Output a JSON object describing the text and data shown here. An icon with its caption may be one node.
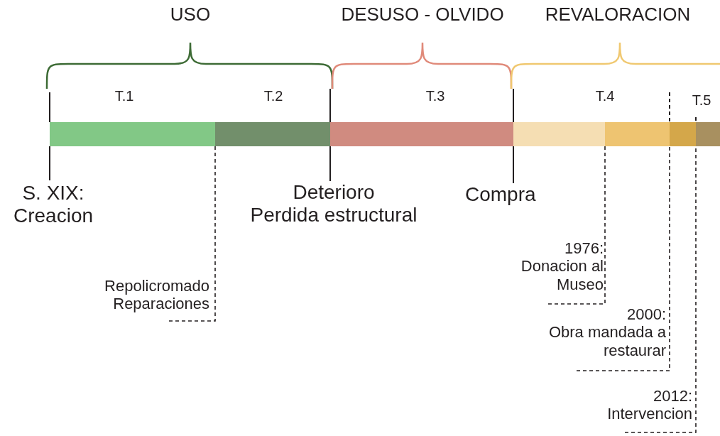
{
  "diagram": {
    "nodes": [
      {
        "text": [],
        "shape": "bar"
      },
      {
        "text": [],
        "shape": "bar"
      },
      {
        "text": [],
        "shape": "bar"
      },
      {
        "text": [],
        "shape": "bar"
      },
      {
        "text": [],
        "shape": "bar"
      },
      {
        "text": [],
        "shape": "bar"
      },
      {
        "text": [],
        "shape": "bar"
      },
      {
        "text": [
          "S. XIX:",
          "Creacion"
        ]
      },
      {
        "text": [
          "Deterioro",
          "Perdida estructural"
        ]
      },
      {
        "text": [
          "Compra"
        ]
      },
      {
        "text": [
          "Repolicromado",
          "Reparaciones"
        ]
      },
      {
        "text": [
          "1976:",
          "Donacion al Museo"
        ]
      },
      {
        "text": [
          "2000:",
          "Obra mandada a restaurar"
        ]
      },
      {
        "text": [
          "2012:",
          "Intervencion"
        ]
      }
    ],
    "edges": [
      {
        "from": 7,
        "to": 0,
        "arrow": "none"
      },
      {
        "from": 8,
        "to": 2,
        "arrow": "none"
      },
      {
        "from": 9,
        "to": 3,
        "arrow": "none"
      },
      {
        "from": 10,
        "to": 1,
        "arrow": "none",
        "style": "dashed"
      },
      {
        "from": 11,
        "to": 4,
        "arrow": "none",
        "style": "dashed"
      },
      {
        "from": 12,
        "to": 5,
        "arrow": "none",
        "style": "dashed"
      },
      {
        "from": 13,
        "to": 6,
        "arrow": "none",
        "style": "dashed"
      }
    ],
    "labels": [
      "USO",
      "DESUSO - OLVIDO",
      "REVALORACION",
      "T.1",
      "T.2",
      "T.3",
      "T.4",
      "T.5"
    ]
  }
}
